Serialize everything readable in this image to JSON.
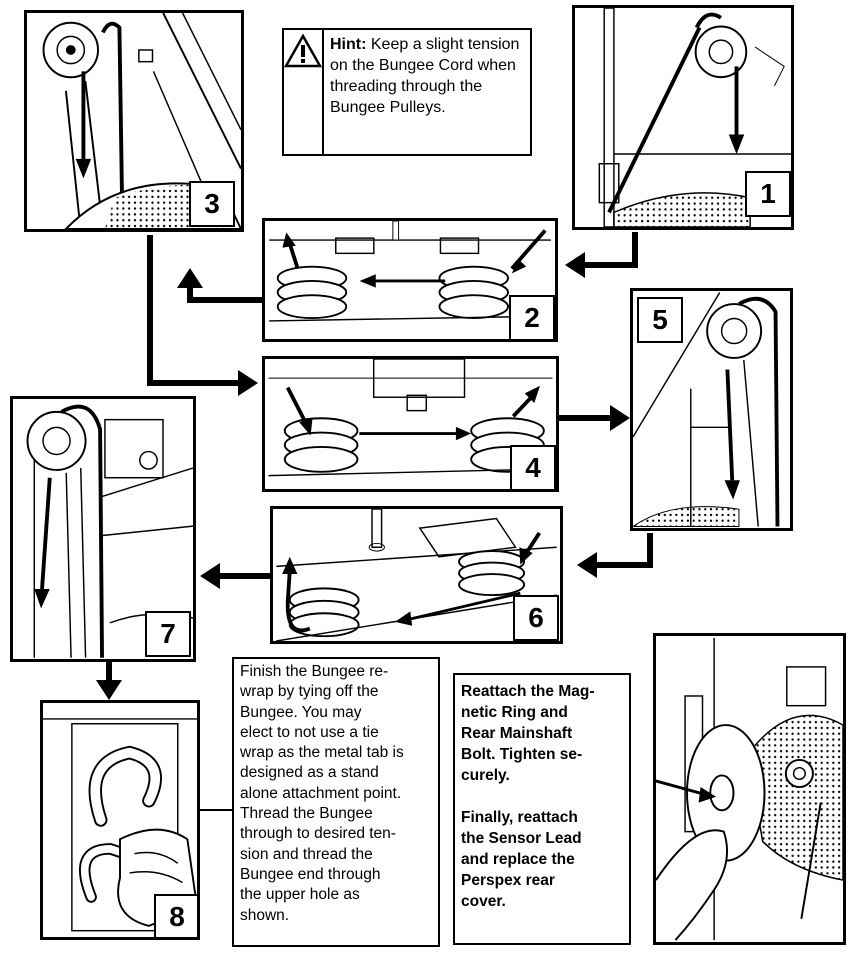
{
  "hint": {
    "icon": "warning-triangle-icon",
    "label": "Hint:",
    "text": " Keep a slight tension on the Bungee Cord when threading through the Bungee Pulleys."
  },
  "steps": [
    {
      "number": "1"
    },
    {
      "number": "2"
    },
    {
      "number": "3"
    },
    {
      "number": "4"
    },
    {
      "number": "5"
    },
    {
      "number": "6"
    },
    {
      "number": "7"
    },
    {
      "number": "8"
    }
  ],
  "finish_note": "Finish the Bungee re-\nwrap by tying off the\nBungee.  You may\nelect to not use a tie\nwrap as the metal tab is\ndesigned as a stand\nalone attachment point.\nThread the Bungee\nthrough to desired ten-\nsion and thread the\nBungee end through\nthe upper hole as\nshown.",
  "reattach_note": {
    "paragraph1": "Reattach the Mag-\nnetic Ring and\nRear Mainshaft\nBolt.  Tighten se-\ncurely.",
    "paragraph2": "Finally, reattach\nthe Sensor Lead\nand replace the\nPerspex rear\ncover."
  }
}
